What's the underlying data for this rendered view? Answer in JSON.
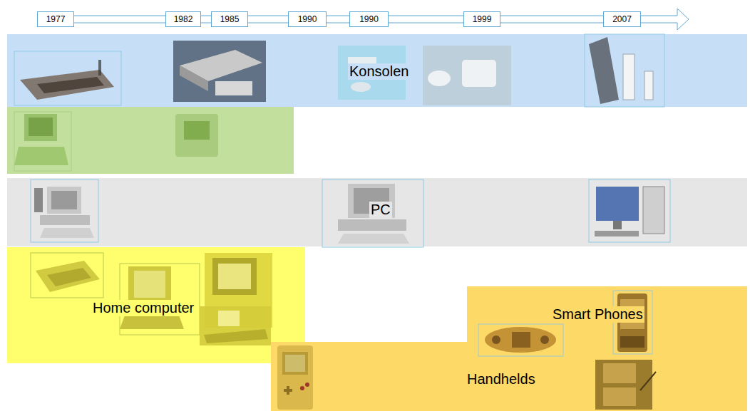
{
  "diagram": {
    "nodes": [
      {
        "text": [
          "1977"
        ]
      },
      {
        "text": [
          "1982"
        ]
      },
      {
        "text": [
          "1985"
        ]
      },
      {
        "text": [
          "1990"
        ]
      },
      {
        "text": [
          "1990"
        ]
      },
      {
        "text": [
          "1999"
        ]
      },
      {
        "text": [
          "2007"
        ]
      },
      {
        "text": [
          "Konsolen"
        ]
      },
      {
        "text": [
          "PC"
        ]
      },
      {
        "text": [
          "Home computer"
        ]
      },
      {
        "text": [
          "Smart Phones",
          "Handhelds"
        ]
      }
    ],
    "edges": [
      {
        "from": 0,
        "to": 1,
        "arrow": "none"
      },
      {
        "from": 1,
        "to": 2,
        "arrow": "none"
      },
      {
        "from": 2,
        "to": 3,
        "arrow": "none"
      },
      {
        "from": 3,
        "to": 4,
        "arrow": "none"
      },
      {
        "from": 4,
        "to": 5,
        "arrow": "none"
      },
      {
        "from": 5,
        "to": 6,
        "arrow": "none"
      }
    ]
  }
}
